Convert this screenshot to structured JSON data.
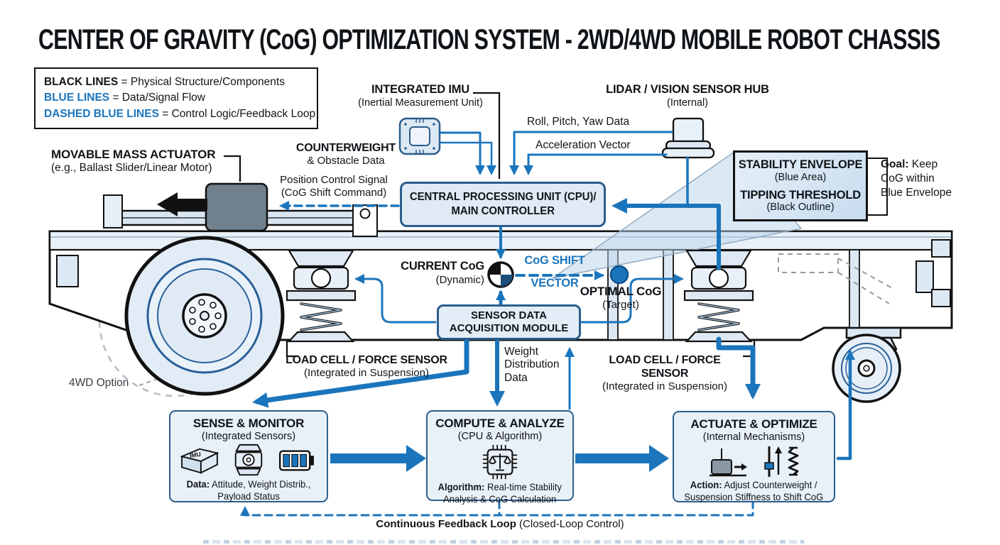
{
  "colors": {
    "accent": "#1b75bc",
    "line_dark": "#2b5d8c",
    "ink": "#101418",
    "box_fill": "#e9f1f8",
    "mass_gray": "#70808c",
    "ghost": "#9aa3ab"
  },
  "title": "CENTER OF GRAVITY (CoG) OPTIMIZATION SYSTEM - 2WD/4WD MOBILE ROBOT CHASSIS",
  "legend": {
    "items": [
      {
        "term": "BLACK LINES",
        "desc": "= Physical Structure/Components"
      },
      {
        "term": "BLUE LINES",
        "desc": "= Data/Signal Flow"
      },
      {
        "term": "DASHED BLUE LINES",
        "desc": "= Control Logic/Feedback Loop"
      }
    ]
  },
  "labels": {
    "imu_title": "INTEGRATED IMU",
    "imu_sub": "(Inertial Measurement Unit)",
    "lidar_title": "LIDAR / VISION SENSOR HUB",
    "lidar_sub": "(Internal)",
    "roll_pitch_yaw": "Roll, Pitch, Yaw Data",
    "acceleration": "Acceleration Vector",
    "counterweight_1": "COUNTERWEIGHT",
    "counterweight_2": "& Obstacle Data",
    "pos_signal_1": "Position Control Signal",
    "pos_signal_2": "(CoG Shift Command)",
    "mass_title": "MOVABLE MASS ACTUATOR",
    "mass_sub": "(e.g., Ballast Slider/Linear Motor)",
    "cpu_1": "CENTRAL PROCESSING UNIT (CPU)/",
    "cpu_2": "MAIN CONTROLLER",
    "stability_1": "STABILITY ENVELOPE",
    "stability_2": "(Blue Area)",
    "stability_3": "TIPPING THRESHOLD",
    "stability_4": "(Black Outline)",
    "goal_bold": "Goal:",
    "goal_rest": " Keep",
    "goal_2": "CoG within",
    "goal_3": "Blue Envelope",
    "current_cog_1": "CURRENT CoG",
    "current_cog_2": "(Dynamic)",
    "cog_shift_1": "CoG SHIFT",
    "cog_shift_2": "VECTOR",
    "optimal_cog_1": "OPTIMAL CoG",
    "optimal_cog_2": "(Target)",
    "sensor_module_1": "SENSOR DATA",
    "sensor_module_2": "ACQUISITION MODULE",
    "load_cell_left_1": "LOAD CELL / FORCE SENSOR",
    "load_cell_left_2": "(Integrated in Suspension)",
    "load_cell_right_1": "LOAD CELL / FORCE SENSOR",
    "load_cell_right_2": "(Integrated in Suspension)",
    "weight_dist_1": "Weight",
    "weight_dist_2": "Distribution",
    "weight_dist_3": "Data",
    "wd_option": "4WD Option"
  },
  "process_boxes": [
    {
      "title": "SENSE & MONITOR",
      "subtitle": "(Integrated Sensors)",
      "chip_text": "IMU",
      "icons": [
        "imu-chip-icon",
        "weight-sensor-icon",
        "battery-icon"
      ],
      "label_bold": "Data:",
      "label_rest": " Attitude, Weight Distrib.,",
      "label_line2": "Payload Status"
    },
    {
      "title": "COMPUTE & ANALYZE",
      "subtitle": "(CPU & Algorithm)",
      "icons": [
        "chip-balance-icon"
      ],
      "label_bold": "Algorithm:",
      "label_rest": " Real-time Stability",
      "label_line2": "Analysis & CoG Calculation"
    },
    {
      "title": "ACTUATE & OPTIMIZE",
      "subtitle": "(Internal Mechanisms)",
      "icons": [
        "counterweight-slide-icon",
        "suspension-stiffness-icon"
      ],
      "label_bold": "Action:",
      "label_rest": " Adjust Counterweight /",
      "label_line2": "Suspension Stiffness to Shift CoG"
    }
  ],
  "feedback": {
    "bold": "Continuous Feedback Loop",
    "rest": " (Closed-Loop Control)"
  }
}
